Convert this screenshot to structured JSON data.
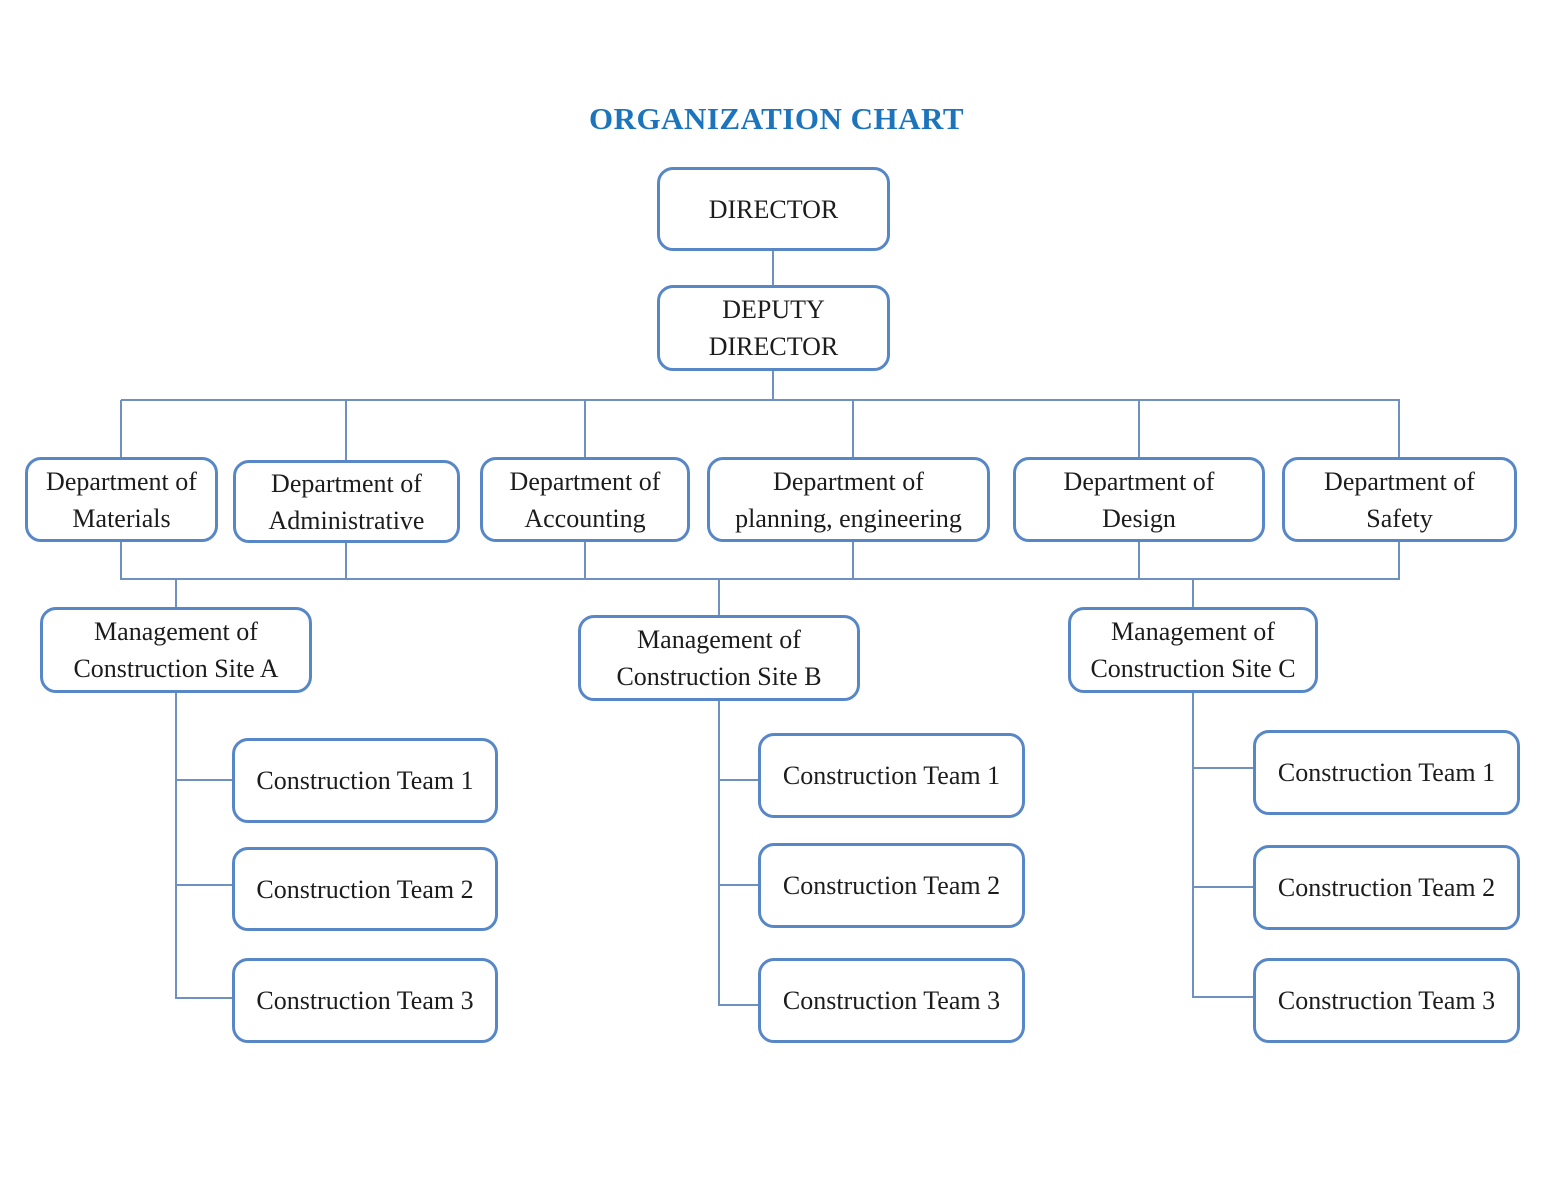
{
  "page": {
    "title": "ORGANIZATION CHART"
  },
  "colors": {
    "title": "#1c75bc",
    "box_border": "#5787c6",
    "connector": "#6e91c0",
    "text": "#1c1c1c",
    "background": "#ffffff"
  },
  "org": {
    "nodes": {
      "director": {
        "lines": [
          "DIRECTOR"
        ]
      },
      "deputy": {
        "lines": [
          "DEPUTY",
          "DIRECTOR"
        ]
      },
      "dept_materials": {
        "lines": [
          "Department of",
          "Materials"
        ]
      },
      "dept_administrative": {
        "lines": [
          "Department of",
          "Administrative"
        ]
      },
      "dept_accounting": {
        "lines": [
          "Department of",
          "Accounting"
        ]
      },
      "dept_planning": {
        "lines": [
          "Department of",
          "planning, engineering"
        ]
      },
      "dept_design": {
        "lines": [
          "Department of",
          "Design"
        ]
      },
      "dept_safety": {
        "lines": [
          "Department of",
          "Safety"
        ]
      },
      "mgmt_site_a": {
        "lines": [
          "Management of",
          "Construction Site A"
        ]
      },
      "mgmt_site_b": {
        "lines": [
          "Management of",
          "Construction Site B"
        ]
      },
      "mgmt_site_c": {
        "lines": [
          "Management of",
          "Construction Site C"
        ]
      },
      "team_a1": {
        "lines": [
          "Construction Team 1"
        ]
      },
      "team_a2": {
        "lines": [
          "Construction Team 2"
        ]
      },
      "team_a3": {
        "lines": [
          "Construction Team 3"
        ]
      },
      "team_b1": {
        "lines": [
          "Construction Team 1"
        ]
      },
      "team_b2": {
        "lines": [
          "Construction Team 2"
        ]
      },
      "team_b3": {
        "lines": [
          "Construction Team 3"
        ]
      },
      "team_c1": {
        "lines": [
          "Construction Team 1"
        ]
      },
      "team_c2": {
        "lines": [
          "Construction Team 2"
        ]
      },
      "team_c3": {
        "lines": [
          "Construction Team 3"
        ]
      }
    },
    "hierarchy": [
      "DIRECTOR > DEPUTY DIRECTOR",
      "DEPUTY DIRECTOR > Departments of Materials, Administrative, Accounting, planning/engineering, Design, Safety",
      "Departments > Management of Construction Site A / B / C",
      "Each Management > Construction Team 1, 2, 3"
    ]
  }
}
